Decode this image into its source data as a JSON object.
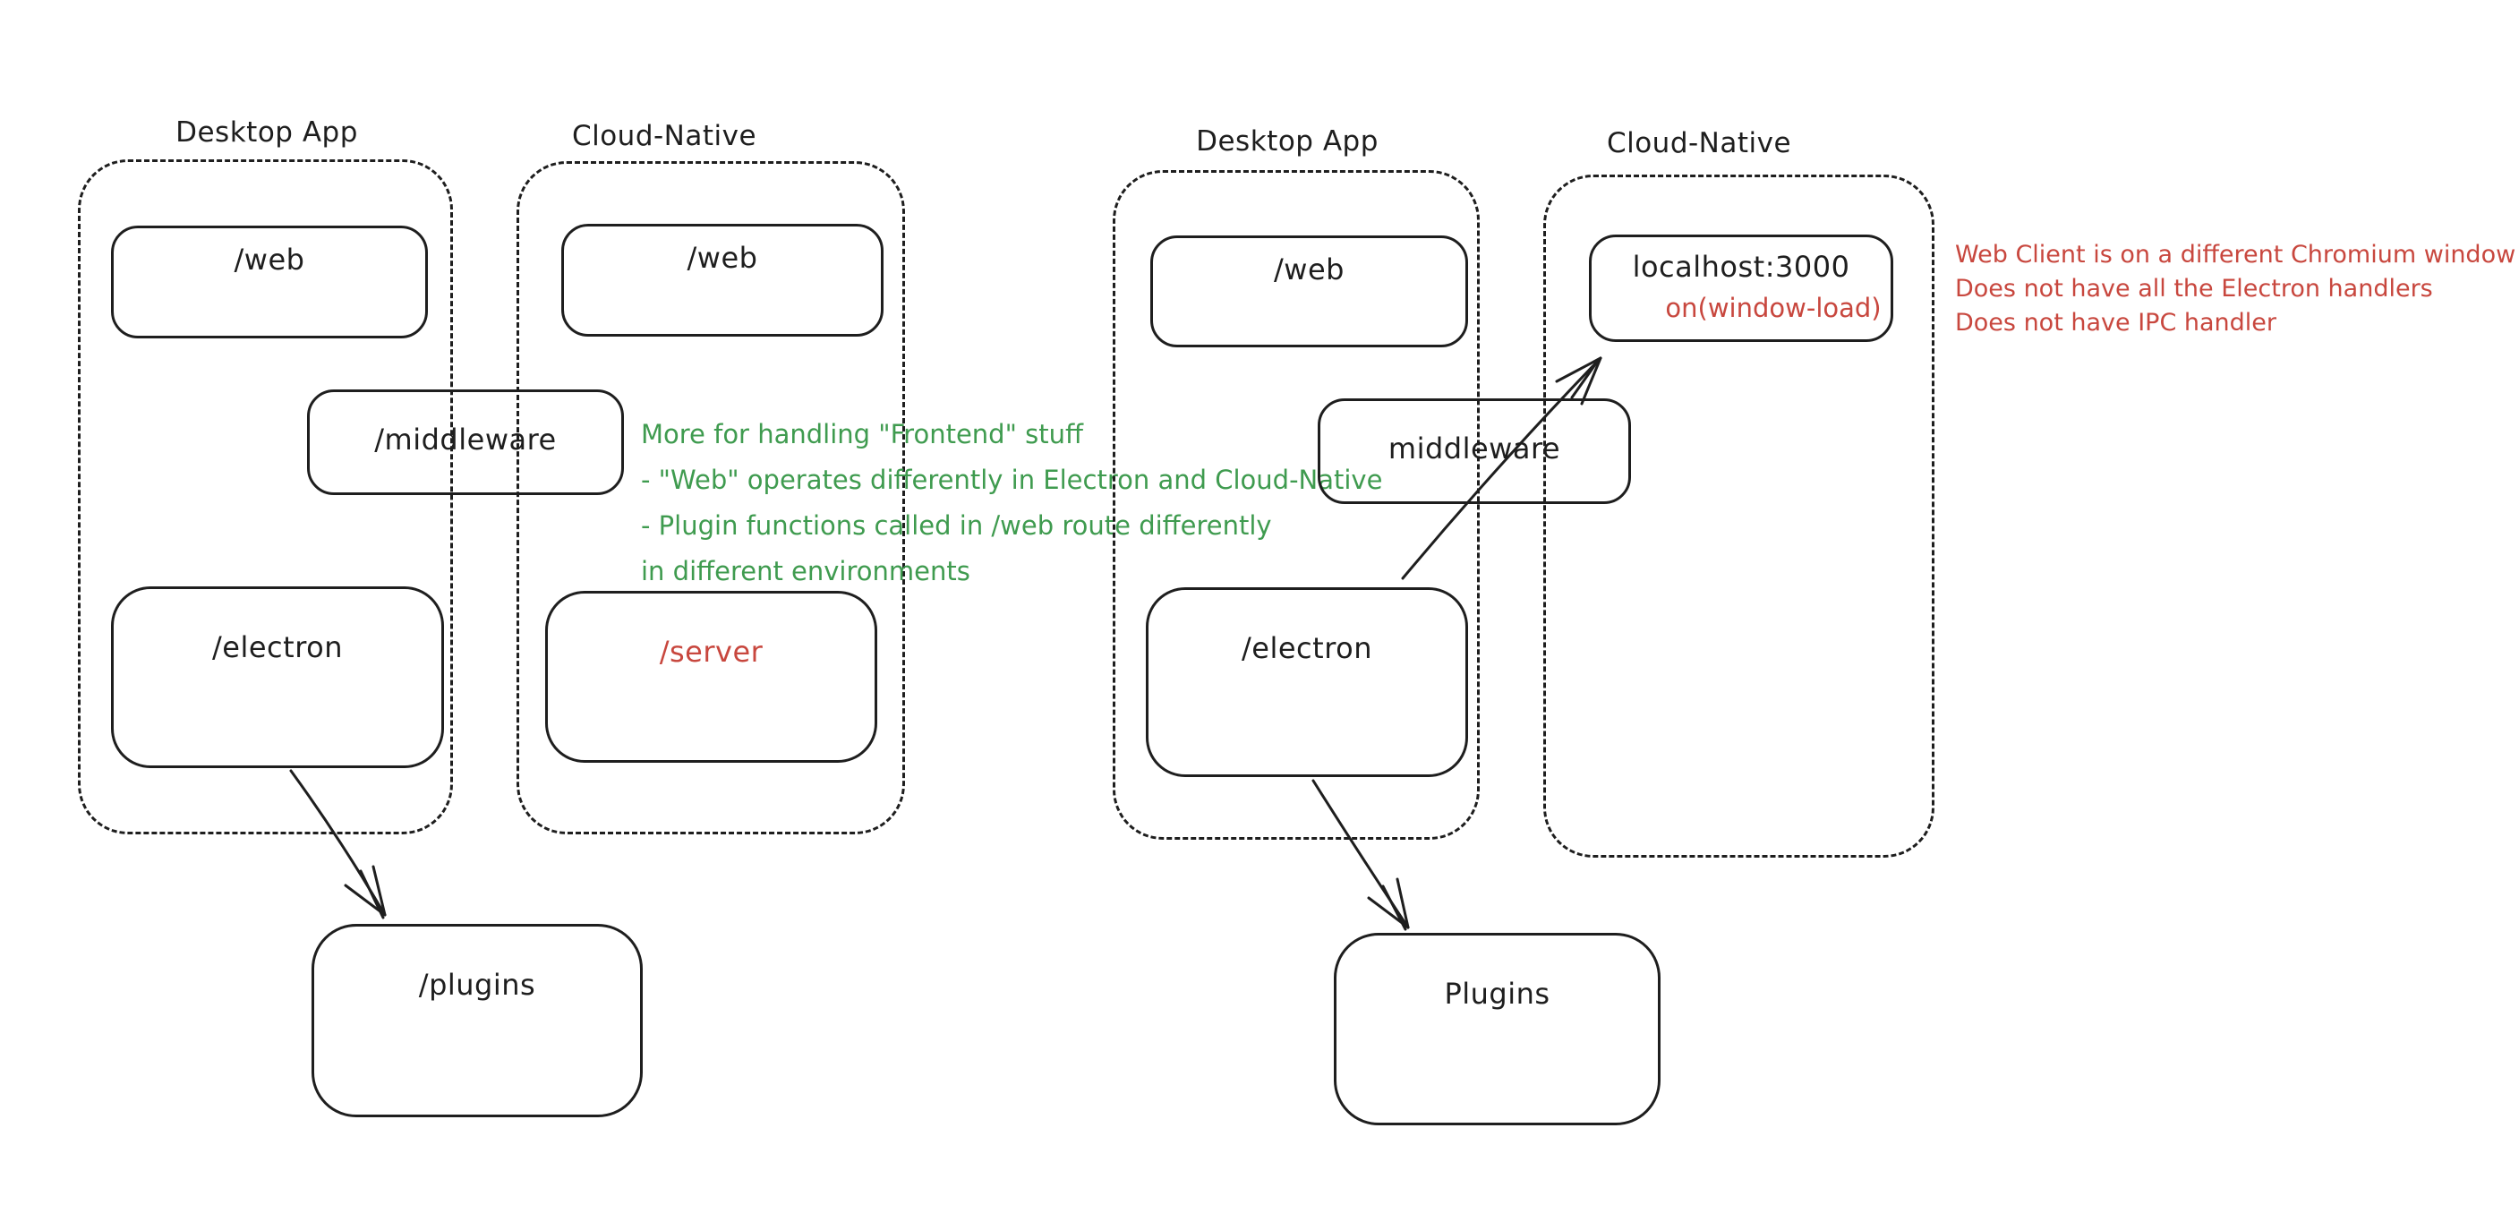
{
  "left": {
    "desktop_title": "Desktop App",
    "cloud_title": "Cloud-Native",
    "web_desktop": "/web",
    "web_cloud": "/web",
    "middleware": "/middleware",
    "electron": "/electron",
    "server": "/server",
    "plugins": "/plugins",
    "note": {
      "lines": [
        "More for handling \"Frontend\" stuff",
        "- \"Web\" operates differently in Electron and Cloud-Native",
        "- Plugin functions called in /web route differently",
        "in different environments"
      ],
      "color": "#3f9b4f"
    }
  },
  "right": {
    "desktop_title": "Desktop App",
    "cloud_title": "Cloud-Native",
    "web": "/web",
    "localhost": "localhost:3000",
    "on_window_load": "on(window-load)",
    "middleware": "middleware",
    "electron": "/electron",
    "plugins": "Plugins",
    "note": {
      "lines": [
        "Web Client is on a different Chromium window",
        "Does not have all the Electron handlers",
        "Does not have IPC handler"
      ],
      "color": "#c8473e"
    }
  },
  "colors": {
    "stroke": "#1e1e1e",
    "green": "#3f9b4f",
    "red": "#c8473e",
    "background": "#ffffff"
  }
}
